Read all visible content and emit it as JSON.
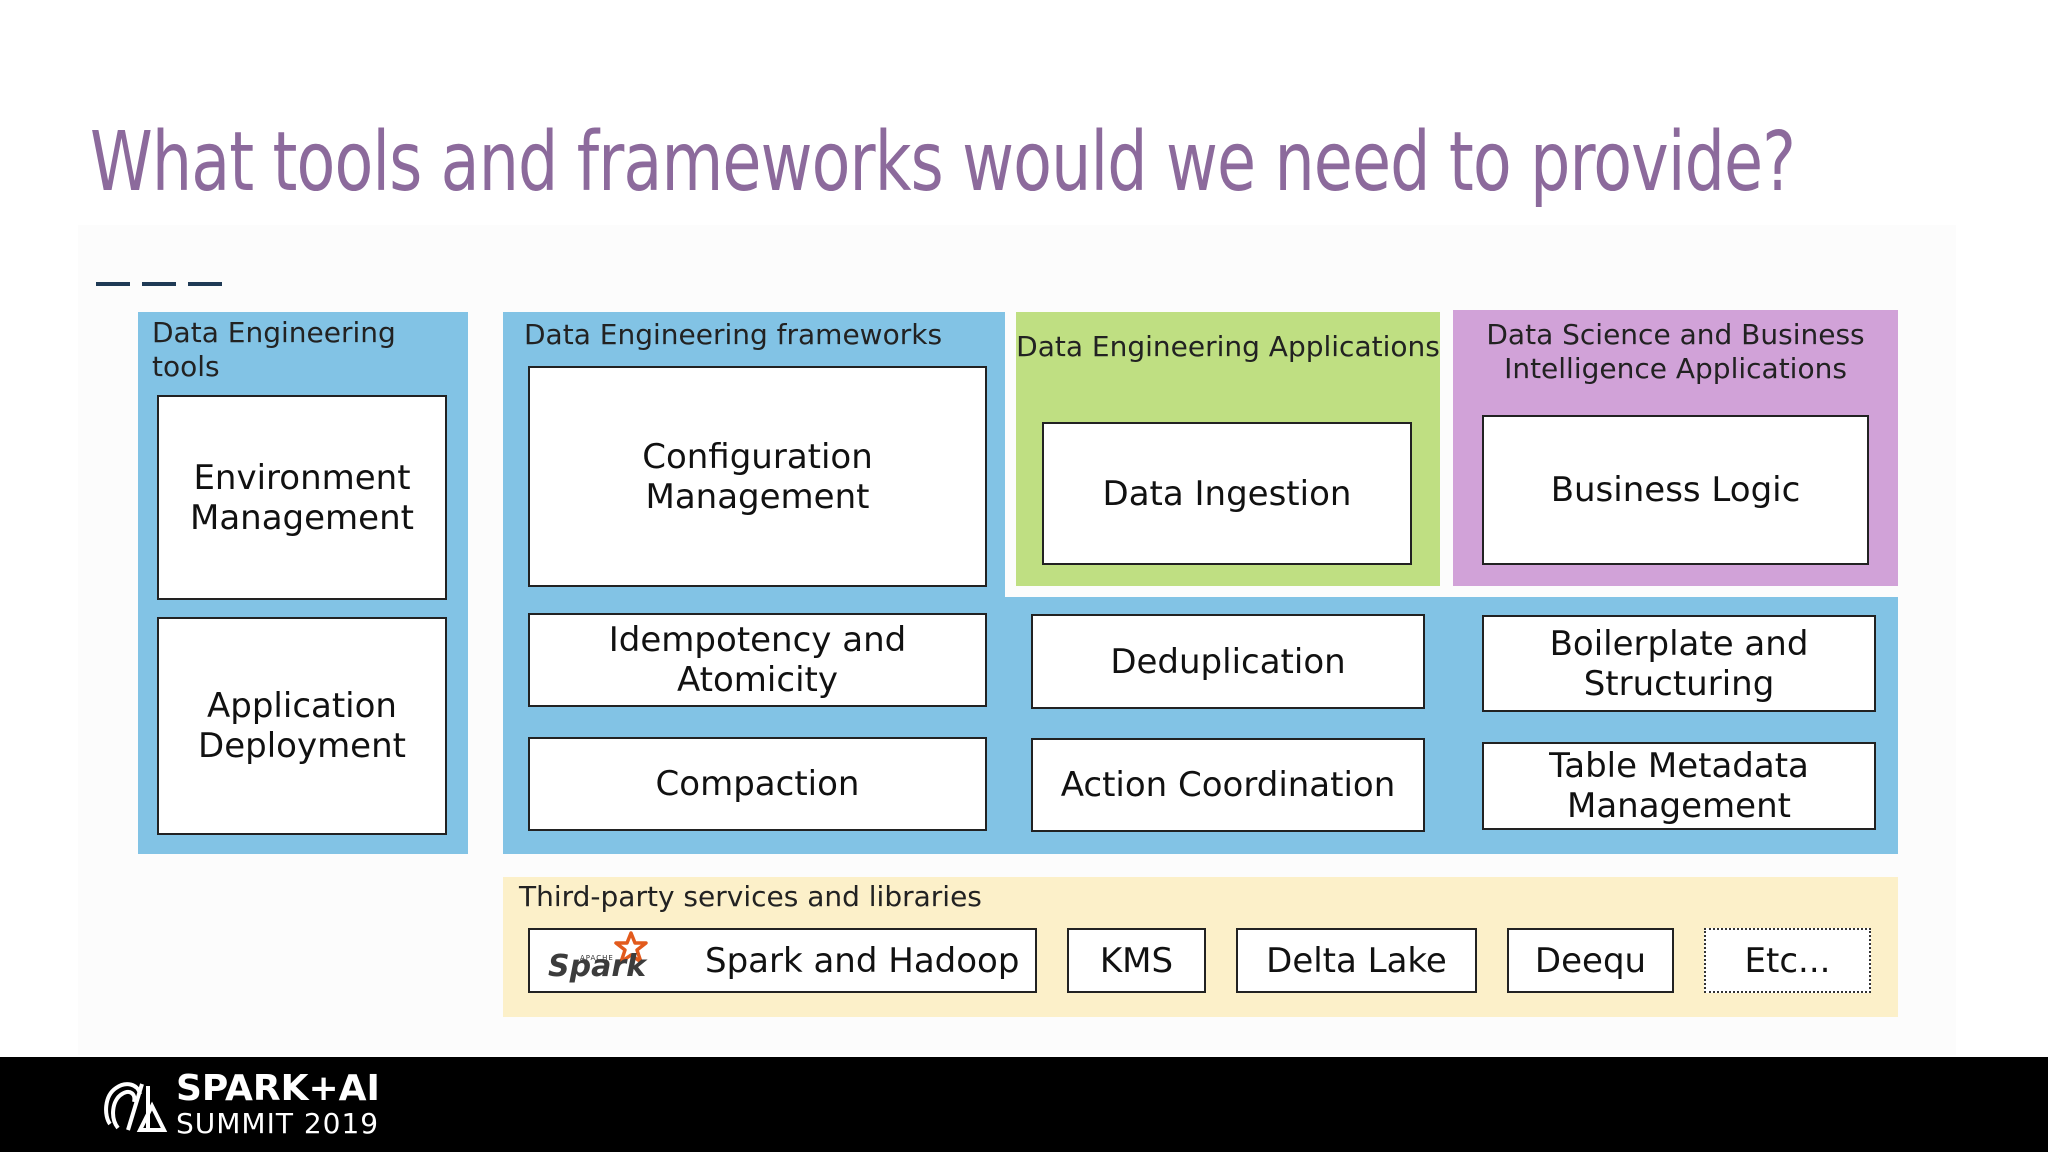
{
  "title": "What tools and frameworks would we need to provide?",
  "panels": {
    "de_tools": {
      "label": "Data Engineering tools"
    },
    "de_frameworks": {
      "label": "Data Engineering frameworks"
    },
    "de_apps": {
      "label": "Data Engineering Applications"
    },
    "ds_apps": {
      "label": "Data Science and Business Intelligence Applications"
    },
    "third_party": {
      "label": "Third-party services and libraries"
    }
  },
  "boxes": {
    "environment_management": "Environment Management",
    "application_deployment": "Application Deployment",
    "configuration_management": "Configuration Management",
    "data_ingestion": "Data Ingestion",
    "business_logic": "Business Logic",
    "idempotency": "Idempotency and Atomicity",
    "deduplication": "Deduplication",
    "boilerplate": "Boilerplate and Structuring",
    "compaction": "Compaction",
    "action_coordination": "Action Coordination",
    "table_metadata": "Table Metadata Management",
    "spark_hadoop": "Spark and Hadoop",
    "kms": "KMS",
    "delta_lake": "Delta Lake",
    "deequ": "Deequ",
    "etc": "Etc..."
  },
  "spark_logo": {
    "apache": "APACHE",
    "name": "Spark"
  },
  "footer": {
    "brand": "SPARK+AI",
    "event": "SUMMIT 2019"
  },
  "colors": {
    "title": "#8c6a9c",
    "blue": "#82c3e5",
    "green": "#bfdf82",
    "purple": "#d1a2d8",
    "yellow": "#fcf0c9",
    "spark_orange": "#e25a1c"
  }
}
